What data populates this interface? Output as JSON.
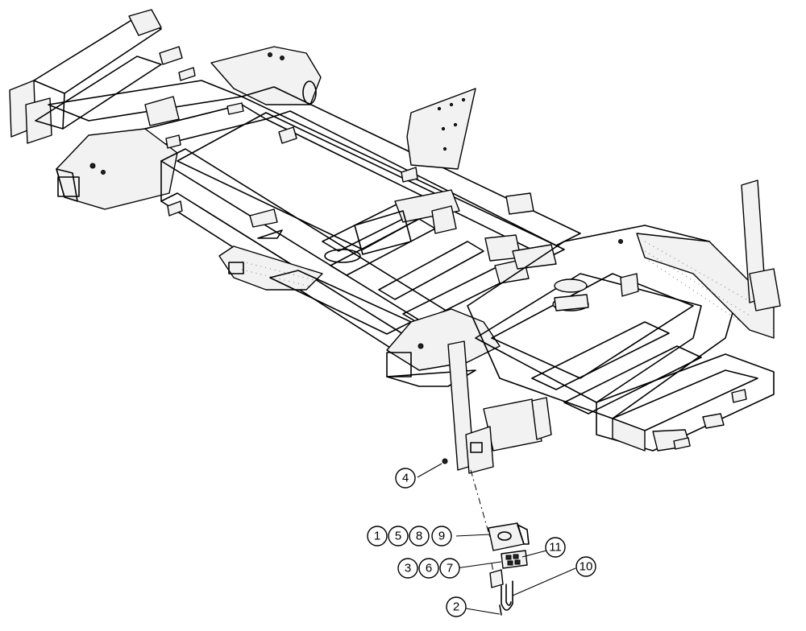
{
  "diagram": {
    "callouts": [
      {
        "id": "c1",
        "label": "1"
      },
      {
        "id": "c5",
        "label": "5"
      },
      {
        "id": "c8",
        "label": "8"
      },
      {
        "id": "c9",
        "label": "9"
      },
      {
        "id": "c3",
        "label": "3"
      },
      {
        "id": "c6",
        "label": "6"
      },
      {
        "id": "c7",
        "label": "7"
      },
      {
        "id": "c11",
        "label": "11"
      },
      {
        "id": "c10",
        "label": "10"
      },
      {
        "id": "c4",
        "label": "4"
      },
      {
        "id": "c2",
        "label": "2"
      }
    ]
  }
}
